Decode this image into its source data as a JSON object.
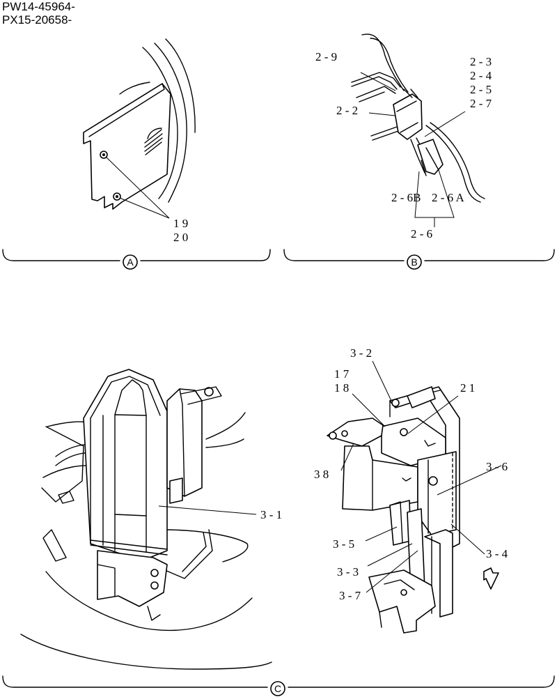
{
  "header": {
    "line1": "PW14-45964-",
    "line2": "PX15-20658-"
  },
  "panels": {
    "A": {
      "marker": "A",
      "labels": {
        "l19": "1 9",
        "l20": "2 0"
      }
    },
    "B": {
      "marker": "B",
      "labels": {
        "l29": "2 - 9",
        "l23": "2 - 3",
        "l24": "2 - 4",
        "l25": "2 - 5",
        "l27": "2 - 7",
        "l22": "2 - 2",
        "l26b": "2 - 6B",
        "l26a": "2 - 6 A",
        "l26": "2 - 6"
      }
    },
    "C": {
      "marker": "C",
      "labels": {
        "l31": "3 - 1",
        "l32": "3 - 2",
        "l17": "1 7",
        "l18": "1 8",
        "l21": "2 1",
        "l36": "3 - 6",
        "l38": "3 8",
        "l35": "3 - 5",
        "l34": "3 - 4",
        "l33": "3 - 3",
        "l37": "3 - 7"
      }
    }
  }
}
